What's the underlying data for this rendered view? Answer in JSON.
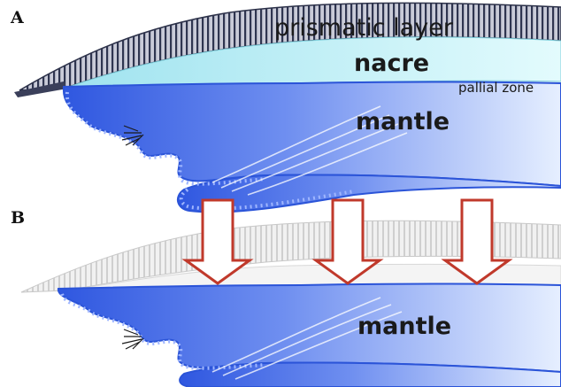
{
  "panels": [
    {
      "letter": "A",
      "labels": {
        "prismatic": "prismatic layer",
        "nacre": "nacre",
        "pallial": "pallial zone",
        "mantle": "mantle"
      }
    },
    {
      "letter": "B",
      "labels": {
        "mantle": "mantle"
      }
    }
  ],
  "colors": {
    "mantle_blue": "#3d63e0",
    "nacre_cyan": "#cdf3f8",
    "shell_gray": "#3a3f5a",
    "faded_shell": "#dcdcdc",
    "arrow_red": "#c0392b"
  },
  "arrows": {
    "count": 3,
    "direction": "down"
  }
}
